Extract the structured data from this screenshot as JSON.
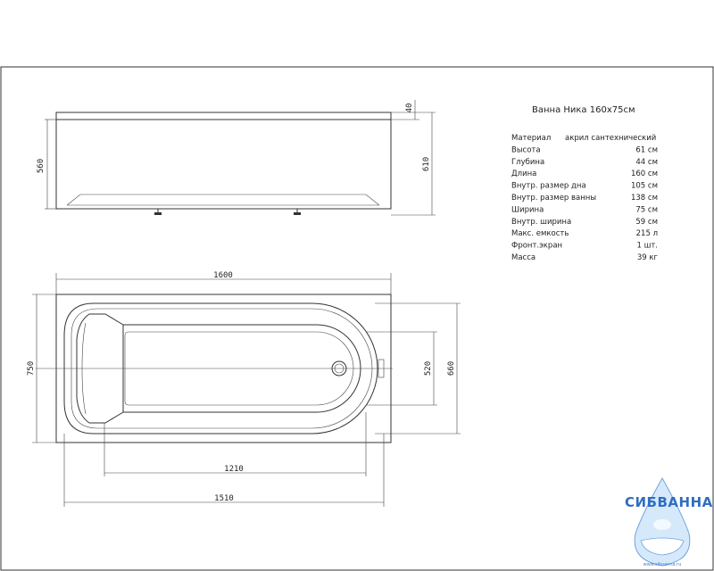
{
  "drawing": {
    "title": "Ванна Ника 160х75см",
    "side_view": {
      "height_left": "560",
      "top_rim": "40",
      "height_right": "610"
    },
    "top_view": {
      "length_total": "1600",
      "width_total": "750",
      "inner_width": "520",
      "width_outer": "660",
      "inner_bottom_length": "1210",
      "inner_length": "1510"
    },
    "specs": [
      {
        "label": "Материал",
        "value": "акрил сантехнический"
      },
      {
        "label": "Высота",
        "value": "61 см"
      },
      {
        "label": "Глубина",
        "value": "44 см"
      },
      {
        "label": "Длина",
        "value": "160 см"
      },
      {
        "label": "Внутр. размер дна",
        "value": "105 см"
      },
      {
        "label": "Внутр. размер ванны",
        "value": "138 см"
      },
      {
        "label": "Ширина",
        "value": "75 см"
      },
      {
        "label": "Внутр. ширина",
        "value": "59 см"
      },
      {
        "label": "Макс. емкость",
        "value": "215 л"
      },
      {
        "label": "Фронт.экран",
        "value": "1 шт."
      },
      {
        "label": "Масса",
        "value": "39 кг"
      }
    ]
  },
  "watermark": {
    "brand": "СИБВАННА",
    "url": "www.sibvanna.ru",
    "color": "#2f6ec2"
  }
}
